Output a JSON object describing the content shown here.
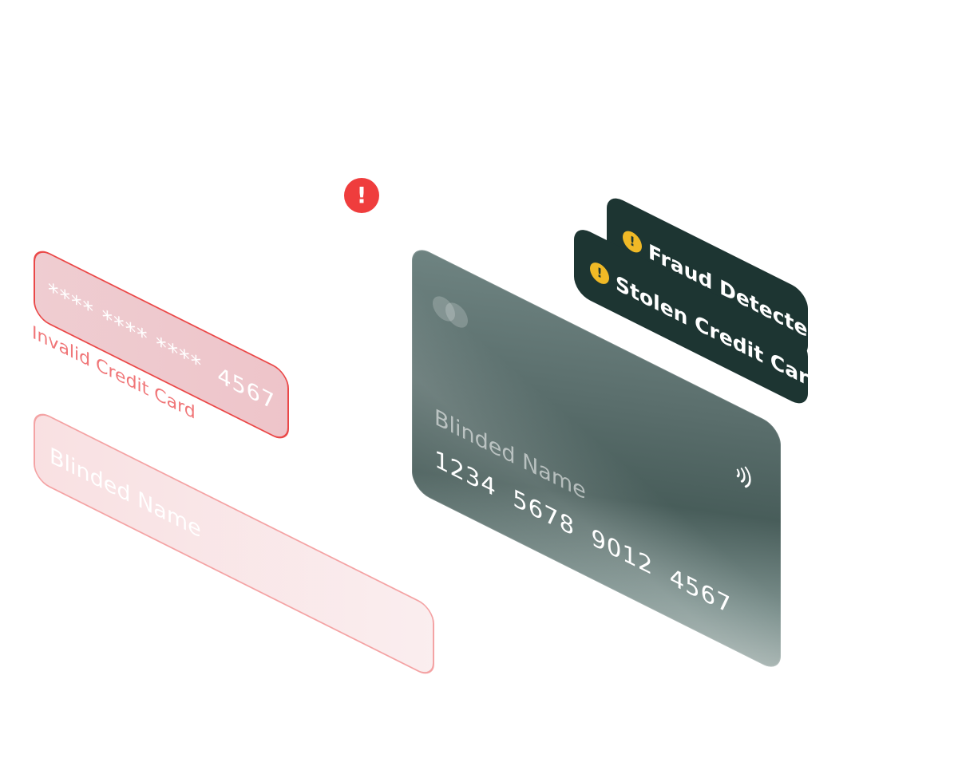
{
  "form": {
    "card_number_masked": "**** **** ****  4567",
    "card_number_error": "Invalid Credit Card",
    "name_placeholder": "Blinded Name"
  },
  "alert_badge": {
    "icon": "exclamation-icon",
    "glyph": "!",
    "color": "#ef3d3d"
  },
  "card": {
    "logo_icon": "card-brand-icon",
    "holder_name": "Blinded Name",
    "number": "1234  5678  9012  4567",
    "contactless_icon": "contactless-icon"
  },
  "tags": [
    {
      "label": "Fraud Detected",
      "icon": "warning-icon",
      "glyph": "!"
    },
    {
      "label": "Stolen Credit Card",
      "icon": "warning-icon",
      "glyph": "!"
    }
  ],
  "colors": {
    "error_red": "#ea4848",
    "tag_bg": "#1d3532",
    "warning_yellow": "#f0b926"
  }
}
